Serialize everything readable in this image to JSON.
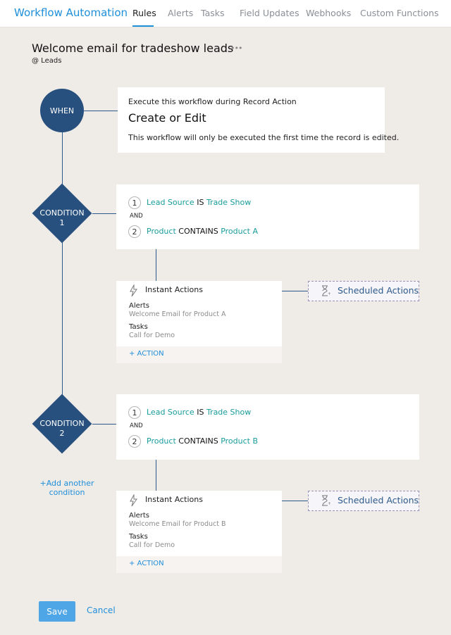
{
  "nav": {
    "brand": "Workflow Automation",
    "tabs": [
      "Rules",
      "Alerts",
      "Tasks",
      "Field Updates",
      "Webhooks",
      "Custom Functions"
    ],
    "active_tab": "Rules"
  },
  "rule": {
    "title": "Welcome email for tradeshow leads",
    "more": "•••",
    "module": "@ Leads"
  },
  "when": {
    "label": "WHEN",
    "prefix": "Execute this workflow during",
    "trigger_type": "Record Action",
    "value": "Create or Edit",
    "note": "This workflow will only be executed the first time the record is edited."
  },
  "conditions": [
    {
      "label_line1": "CONDITION",
      "label_line2": "1",
      "and_label": "AND",
      "criteria": [
        {
          "num": "1",
          "field": "Lead Source",
          "op": "IS",
          "value": "Trade Show"
        },
        {
          "num": "2",
          "field": "Product",
          "op": "CONTAINS",
          "value": "Product A"
        }
      ],
      "instant": {
        "title": "Instant Actions",
        "alerts_label": "Alerts",
        "alerts_value": "Welcome Email for Product A",
        "tasks_label": "Tasks",
        "tasks_value": "Call for Demo",
        "action_link": "+ ACTION"
      },
      "scheduled": "Scheduled Actions"
    },
    {
      "label_line1": "CONDITION",
      "label_line2": "2",
      "and_label": "AND",
      "criteria": [
        {
          "num": "1",
          "field": "Lead Source",
          "op": "IS",
          "value": "Trade Show"
        },
        {
          "num": "2",
          "field": "Product",
          "op": "CONTAINS",
          "value": "Product B"
        }
      ],
      "instant": {
        "title": "Instant Actions",
        "alerts_label": "Alerts",
        "alerts_value": "Welcome Email for Product B",
        "tasks_label": "Tasks",
        "tasks_value": "Call for Demo",
        "action_link": "+ ACTION"
      },
      "scheduled": "Scheduled Actions"
    }
  ],
  "add_condition": {
    "line1": "+Add another",
    "line2": "condition"
  },
  "footer": {
    "save": "Save",
    "cancel": "Cancel"
  },
  "colors": {
    "accent": "#1f8fd9",
    "node": "#27507e",
    "teal": "#1a9c9c"
  }
}
